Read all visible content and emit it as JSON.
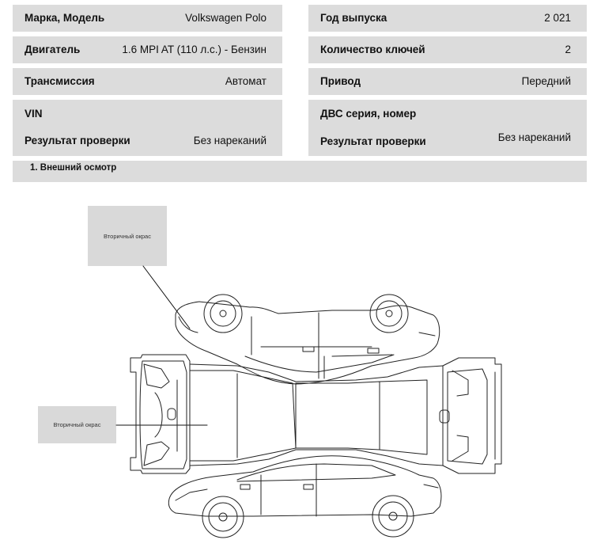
{
  "info": {
    "make_model": {
      "label": "Марка, Модель",
      "value": "Volkswagen Polo"
    },
    "year": {
      "label": "Год выпуска",
      "value": "2 021"
    },
    "engine": {
      "label": "Двигатель",
      "value": "1.6 MPI AT (110 л.с.) - Бензин"
    },
    "keys": {
      "label": "Количество ключей",
      "value": "2"
    },
    "transmission": {
      "label": "Трансмиссия",
      "value": "Автомат"
    },
    "drive": {
      "label": "Привод",
      "value": "Передний"
    },
    "vin": {
      "label": "VIN",
      "value": ""
    },
    "engine_serial": {
      "label": "ДВС серия, номер",
      "value": ""
    },
    "check_left": {
      "label": "Результат проверки",
      "value": "Без нареканий"
    },
    "check_right": {
      "label": "Результат проверки",
      "value": "Без нареканий"
    }
  },
  "section": {
    "title": "1. Внешний осмотр"
  },
  "callouts": {
    "top": "Вторичный окрас",
    "left": "Вторичный окрас"
  }
}
